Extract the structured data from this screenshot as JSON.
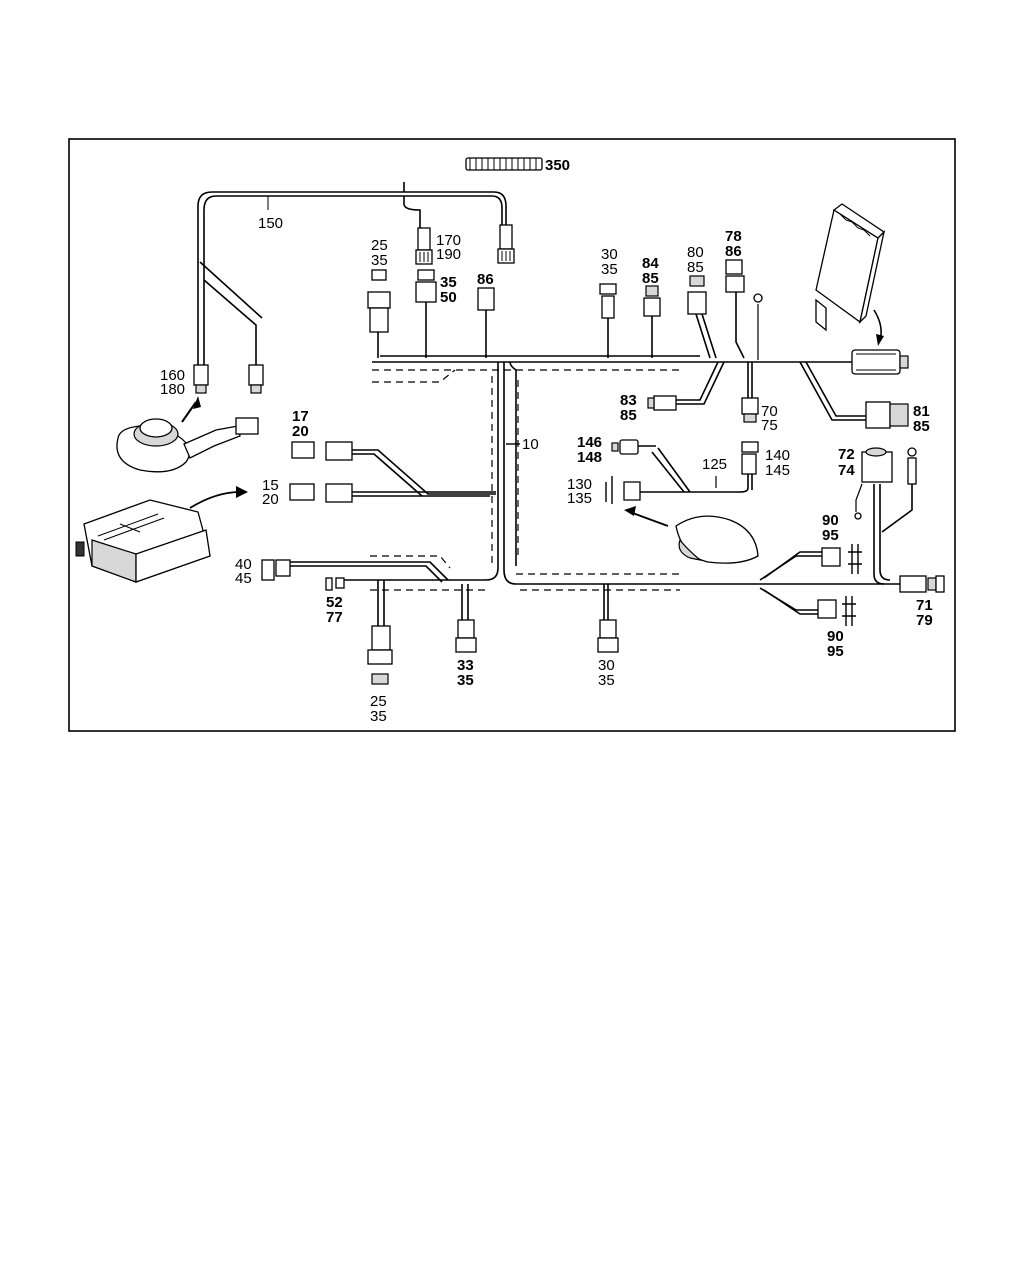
{
  "labels": {
    "l350": "350",
    "l150": "150",
    "l170": "170",
    "l190": "190",
    "l25a": "25",
    "l35a": "35",
    "l35b": "35",
    "l50": "50",
    "l86a": "86",
    "l30a": "30",
    "l35c": "35",
    "l84": "84",
    "l85a": "85",
    "l80": "80",
    "l85b": "85",
    "l78": "78",
    "l86b": "86",
    "l160": "160",
    "l180": "180",
    "l83": "83",
    "l85c": "85",
    "l70": "70",
    "l75": "75",
    "l81": "81",
    "l85d": "85",
    "l17": "17",
    "l20a": "20",
    "l10": "10",
    "l146": "146",
    "l148": "148",
    "l140": "140",
    "l145": "145",
    "l125": "125",
    "l72": "72",
    "l74": "74",
    "l15": "15",
    "l20b": "20",
    "l130": "130",
    "l135": "135",
    "l90a": "90",
    "l95a": "95",
    "l40": "40",
    "l45": "45",
    "l52": "52",
    "l77": "77",
    "l33": "33",
    "l35d": "35",
    "l30b": "30",
    "l35e": "35",
    "l71": "71",
    "l79": "79",
    "l90b": "90",
    "l95b": "95",
    "l25b": "25",
    "l35f": "35"
  },
  "colors": {
    "line": "#000000",
    "background": "#ffffff",
    "part_fill": "#d8d8d8"
  }
}
